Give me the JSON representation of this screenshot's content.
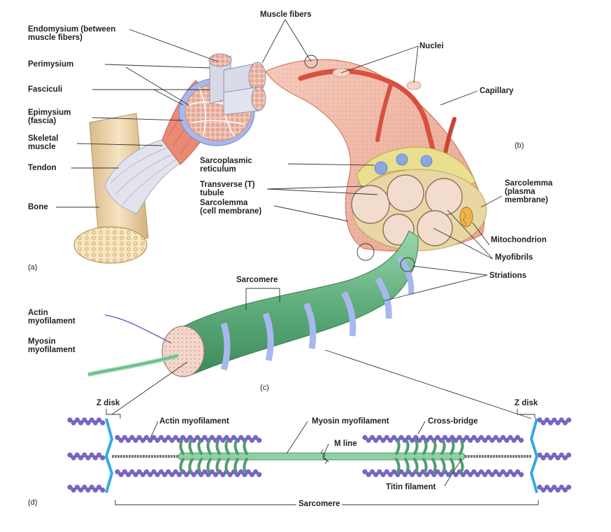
{
  "colors": {
    "muscle": "#e98a74",
    "muscle_light": "#f4c2ae",
    "capillary": "#d9503f",
    "myofibril_fill": "#f1dccd",
    "striation_band": "#9fb1e6",
    "myofibril_green": "#6cb98a",
    "myosin_green": "#8fd1a4",
    "actin_purple": "#7a64c8",
    "z_disk_blue": "#35a9e6",
    "bone": "#f2dcb3",
    "tendon": "#dfe0ec",
    "sheath_blue": "#9db3e4"
  },
  "labels": {
    "muscle_fibers": "Muscle fibers",
    "endomysium": [
      "Endomysium (between",
      "muscle fibers)"
    ],
    "perimysium": "Perimysium",
    "fasciculi": "Fasciculi",
    "epimysium": [
      "Epimysium",
      "(fascia)"
    ],
    "skeletal_muscle": [
      "Skeletal",
      "muscle"
    ],
    "tendon": "Tendon",
    "bone": "Bone",
    "nuclei": "Nuclei",
    "capillary": "Capillary",
    "sarcoplasmic_reticulum": [
      "Sarcoplasmic",
      "reticulum"
    ],
    "t_tubule": [
      "Transverse (T)",
      "tubule"
    ],
    "sarcolemma_cell": [
      "Sarcolemma",
      "(cell membrane)"
    ],
    "sarcolemma_plasma": [
      "Sarcolemma",
      "(plasma",
      "membrane)"
    ],
    "mitochondrion": "Mitochondrion",
    "myofibrils": "Myofibrils",
    "striations": "Striations",
    "sarcomere_c": "Sarcomere",
    "actin_myofilament_c": [
      "Actin",
      "myofilament"
    ],
    "myosin_myofilament_c": [
      "Myosin",
      "myofilament"
    ],
    "z_disk_left": "Z disk",
    "z_disk_right": "Z disk",
    "actin_myofilament_d": "Actin myofilament",
    "myosin_myofilament_d": "Myosin myofilament",
    "cross_bridge": "Cross-bridge",
    "m_line": "M line",
    "titin_filament": "Titin filament",
    "sarcomere_d": "Sarcomere"
  },
  "panels": {
    "a": "(a)",
    "b": "(b)",
    "c": "(c)",
    "d": "(d)"
  }
}
